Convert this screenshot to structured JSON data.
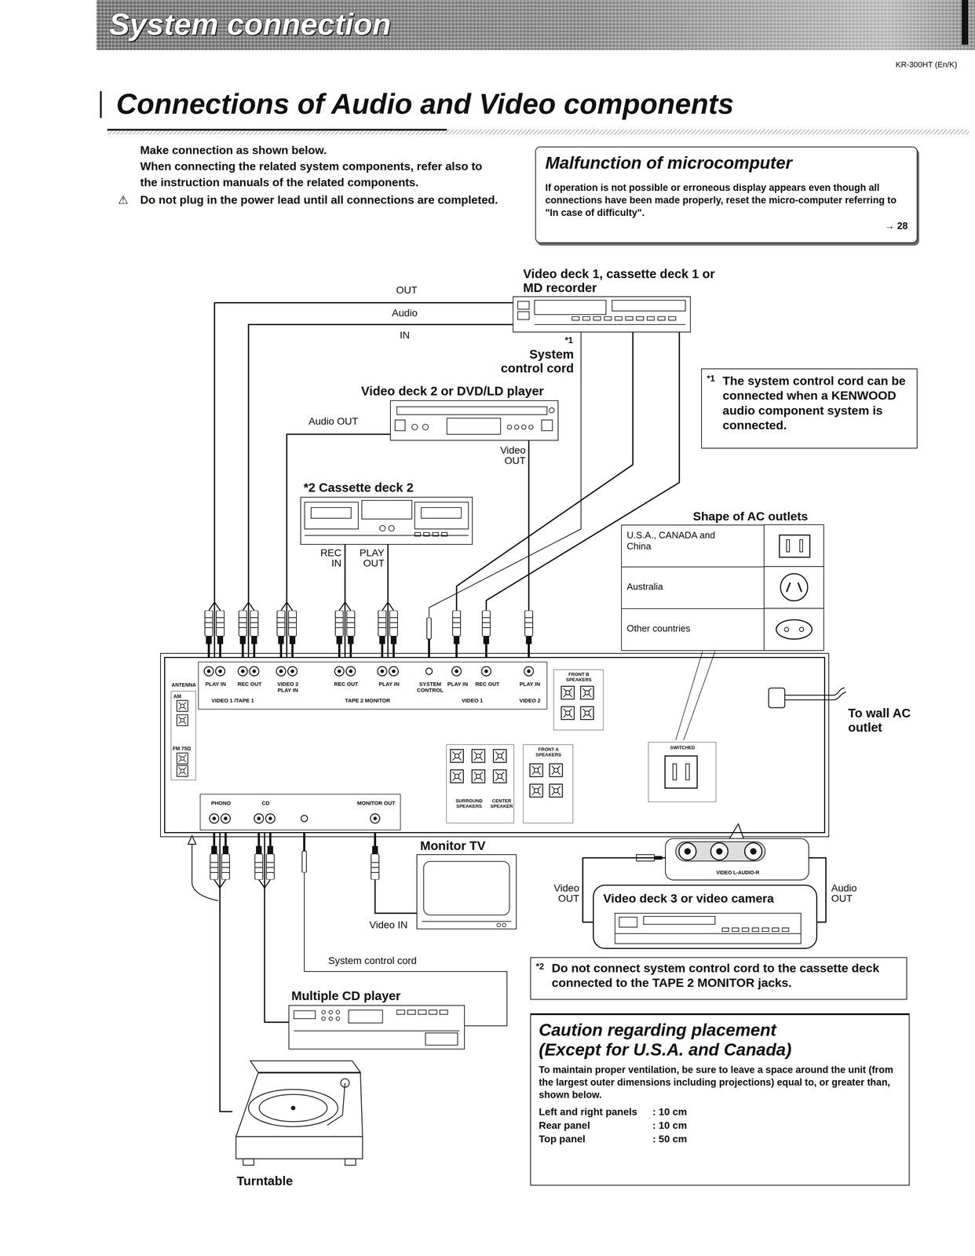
{
  "diagram": {
    "title": "Connections of Audio and Video components",
    "nodes": [
      {
        "text": [
          "Malfunction of microcomputer",
          "If operation is not possible or erroneous display appears even though all connections have been made properly, reset the micro-computer referring to \"In case of difficulty\".",
          "→ 28"
        ]
      },
      {
        "text": [
          "Video deck 1, cassette deck 1 or MD recorder"
        ]
      },
      {
        "text": [
          "*1",
          "The system control cord can be connected when a KENWOOD audio component system is connected."
        ]
      },
      {
        "text": [
          "Video deck 2 or DVD/LD player"
        ]
      },
      {
        "text": [
          "*2 Cassette deck 2"
        ]
      },
      {
        "text": [
          "Shape of AC outlets"
        ]
      },
      {
        "text": [
          "U.S.A., CANADA and China"
        ],
        "in": 5
      },
      {
        "text": [
          "Australia"
        ],
        "in": 5
      },
      {
        "text": [
          "Other countries"
        ],
        "in": 5
      },
      {
        "text": [
          "PLAY IN",
          "REC OUT",
          "VIDEO 1 /TAPE 1",
          "VIDEO 2 PLAY IN",
          "REC OUT",
          "PLAY IN",
          "TAPE 2 MONITOR",
          "SYSTEM CONTROL",
          "PLAY IN",
          "REC OUT",
          "VIDEO 1",
          "PLAY IN",
          "VIDEO 2",
          "PHONO",
          "CD",
          "MONITOR OUT"
        ]
      },
      {
        "text": [
          "ANTENNA",
          "AM",
          "FM 75Ω"
        ],
        "in": 9
      },
      {
        "text": [
          "SURROUND SPEAKERS",
          "CENTER SPEAKER"
        ],
        "in": 9
      },
      {
        "text": [
          "FRONT A SPEAKERS"
        ],
        "in": 9
      },
      {
        "text": [
          "FRONT B SPEAKERS"
        ],
        "in": 9
      },
      {
        "text": [
          "SWITCHED"
        ],
        "in": 9
      },
      {
        "text": [
          "Monitor TV"
        ]
      },
      {
        "text": [
          "VIDEO L-AUDIO-R"
        ]
      },
      {
        "text": [
          "Video deck 3 or video camera"
        ]
      },
      {
        "text": [
          "*2",
          "Do not connect system control cord to the cassette deck connected to the TAPE 2 MONITOR jacks."
        ]
      },
      {
        "text": [
          "Multiple CD player"
        ]
      },
      {
        "text": [
          "Caution regarding placement (Except for U.S.A. and Canada)",
          "To maintain proper ventilation, be sure to leave a space around the unit (from the largest outer dimensions including projections) equal to, or greater than, shown below.",
          "Left and right panels",
          ": 10 cm",
          "Rear panel",
          ": 10 cm",
          "Top panel",
          ": 50 cm"
        ]
      },
      {
        "text": [
          "Turntable"
        ]
      }
    ],
    "edges": [
      {
        "from": 1,
        "to": 9,
        "arrow": "none"
      },
      {
        "from": 1,
        "to": 9,
        "arrow": "none"
      },
      {
        "from": 1,
        "to": 9,
        "label": "System control cord",
        "arrow": "none"
      },
      {
        "from": 1,
        "to": 9,
        "arrow": "none"
      },
      {
        "from": 1,
        "to": 9,
        "arrow": "none"
      },
      {
        "from": 3,
        "to": 9,
        "label": "Audio OUT",
        "arrow": "none"
      },
      {
        "from": 3,
        "to": 9,
        "label": "Video OUT",
        "arrow": "none"
      },
      {
        "from": 4,
        "to": 9,
        "label": "REC IN",
        "arrow": "none"
      },
      {
        "from": 4,
        "to": 9,
        "label": "PLAY OUT",
        "arrow": "none"
      },
      {
        "from": 9,
        "to": 15,
        "label": "Video IN",
        "arrow": "none"
      },
      {
        "from": 17,
        "to": 16,
        "label": "Video OUT",
        "arrow": "none"
      },
      {
        "from": 17,
        "to": 16,
        "label": "Audio OUT",
        "arrow": "none"
      },
      {
        "from": 19,
        "to": 9,
        "arrow": "none"
      },
      {
        "from": 19,
        "to": 9,
        "label": "System control cord",
        "arrow": "none"
      },
      {
        "from": 21,
        "to": 9,
        "arrow": "none"
      }
    ],
    "labels": [
      "System connection",
      "KR-300HT (En/K)",
      "Make connection as shown below.",
      "When connecting the related system components, refer also to the instruction manuals of the related components.",
      "⚠",
      "Do not plug in the power lead until all connections are completed.",
      "OUT",
      "Audio",
      "IN",
      "*1",
      "To wall AC outlet"
    ]
  }
}
